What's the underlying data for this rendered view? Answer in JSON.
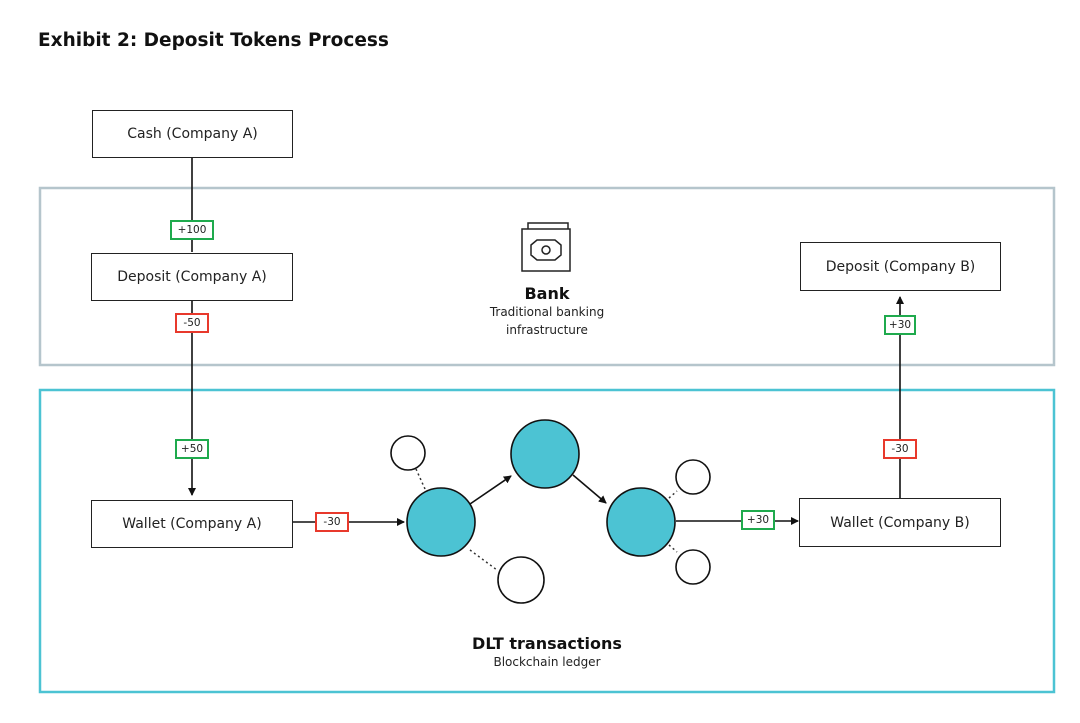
{
  "title": "Exhibit 2: Deposit Tokens Process",
  "colors": {
    "bank_border": "#b5c5cc",
    "dlt_border": "#4cc3d3",
    "node_fill": "#4cc3d3",
    "positive": "#1faa4d",
    "negative": "#e8392c"
  },
  "zones": {
    "bank": {
      "icon": "banknote-icon",
      "title": "Bank",
      "subtitle_line1": "Traditional banking",
      "subtitle_line2": "infrastructure"
    },
    "dlt": {
      "title": "DLT transactions",
      "subtitle": "Blockchain ledger"
    }
  },
  "nodes": {
    "cash_a": "Cash (Company A)",
    "deposit_a": "Deposit (Company A)",
    "wallet_a": "Wallet (Company A)",
    "deposit_b": "Deposit (Company B)",
    "wallet_b": "Wallet (Company B)"
  },
  "flows": {
    "cash_to_deposit_a": "+100",
    "deposit_a_out": "-50",
    "wallet_a_in": "+50",
    "wallet_a_out": "-30",
    "wallet_b_in": "+30",
    "wallet_b_out": "-30",
    "deposit_b_in": "+30"
  }
}
